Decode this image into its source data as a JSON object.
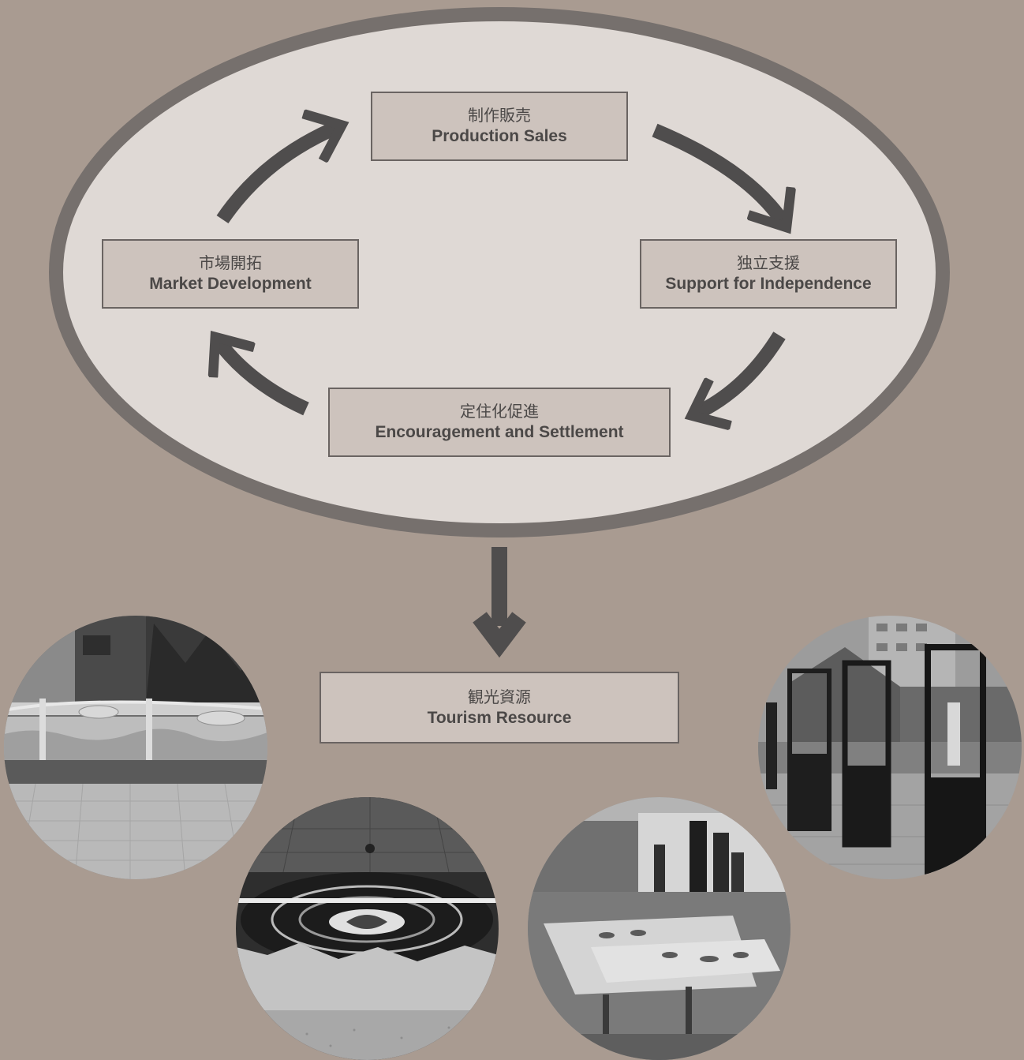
{
  "colors": {
    "background": "#a99b91",
    "ellipse_fill": "#dfd9d5",
    "ellipse_border": "#76706d",
    "box_fill": "#cdc3bd",
    "arrow": "#4f4d4d"
  },
  "cycle": {
    "production_sales": {
      "jp": "制作販売",
      "en": "Production Sales"
    },
    "support_independence": {
      "jp": "独立支援",
      "en": "Support for Independence"
    },
    "encouragement_settlement": {
      "jp": "定住化促進",
      "en": "Encouragement and Settlement"
    },
    "market_development": {
      "jp": "市場開拓",
      "en": "Market Development"
    }
  },
  "result": {
    "jp": "観光資源",
    "en": "Tourism Resource"
  },
  "photos": [
    {
      "subject": "bridge railing with decorative glass panels"
    },
    {
      "subject": "underground passage with circular ceiling artwork"
    },
    {
      "subject": "gallery interior with craft tables"
    },
    {
      "subject": "street display cases with glass art"
    }
  ]
}
